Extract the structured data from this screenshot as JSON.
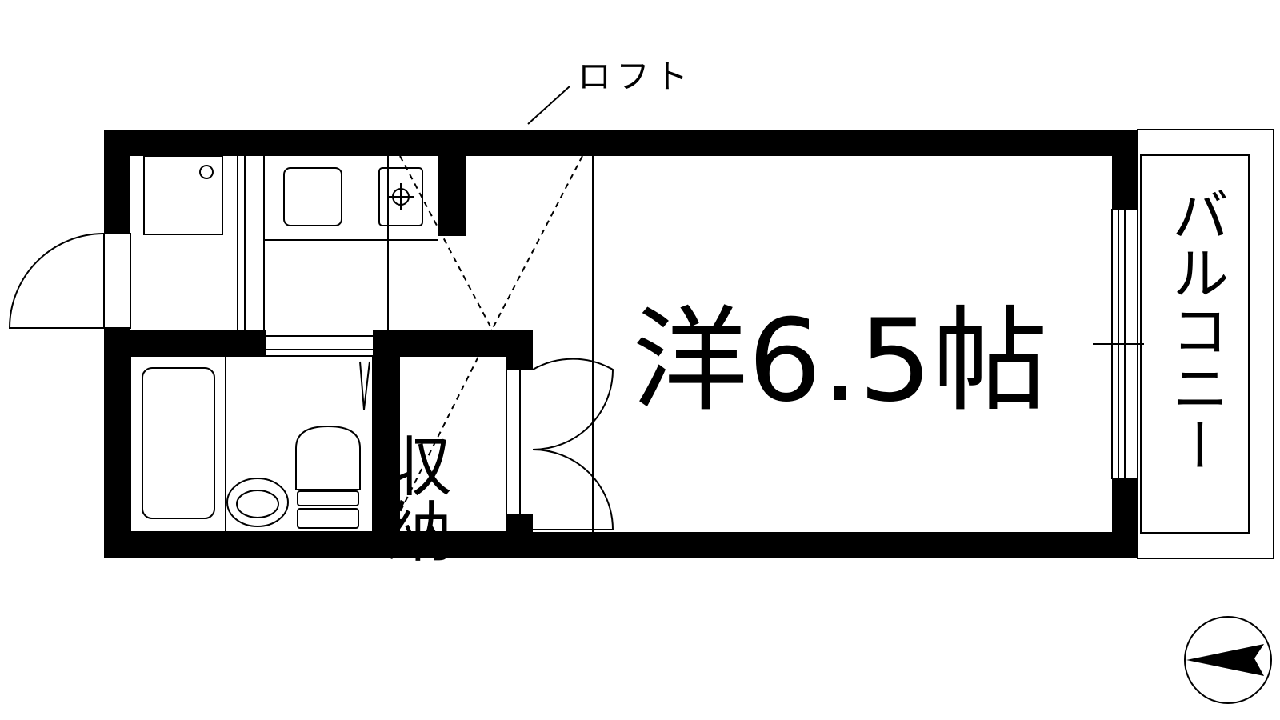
{
  "plan": {
    "loft_label": "ロフト",
    "main_room_label": "洋6.5帖",
    "storage_label": "収納",
    "balcony_label": "バルコニー"
  }
}
